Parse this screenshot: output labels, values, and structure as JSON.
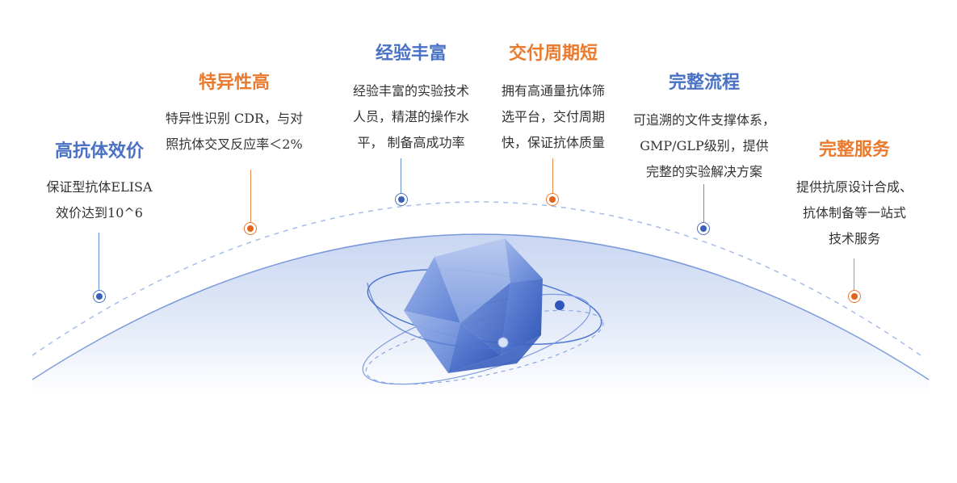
{
  "features": [
    {
      "id": "f1",
      "title": "高抗体效价",
      "color": "blue",
      "desc": [
        "保证型抗体ELISA",
        "效价达到10^6"
      ]
    },
    {
      "id": "f2",
      "title": "特异性高",
      "color": "orange",
      "desc": [
        "特异性识别 CDR，与对",
        "照抗体交叉反应率＜2%"
      ]
    },
    {
      "id": "f3",
      "title": "经验丰富",
      "color": "blue",
      "desc": [
        "经验丰富的实验技术",
        "人员，精湛的操作水",
        "平， 制备高成功率"
      ]
    },
    {
      "id": "f4",
      "title": "交付周期短",
      "color": "orange",
      "desc": [
        "拥有高通量抗体筛",
        "选平台，交付周期",
        "快，保证抗体质量"
      ]
    },
    {
      "id": "f5",
      "title": "完整流程",
      "color": "blue",
      "desc": [
        "可追溯的文件支撑体系，",
        "GMP/GLP级别，提供",
        "完整的实验解决方案"
      ]
    },
    {
      "id": "f6",
      "title": "完整服务",
      "color": "orange",
      "desc": [
        "提供抗原设计合成、",
        "抗体制备等一站式",
        "技术服务"
      ]
    }
  ],
  "colors": {
    "blue": "#4a72c4",
    "orange": "#ea7a2e"
  }
}
